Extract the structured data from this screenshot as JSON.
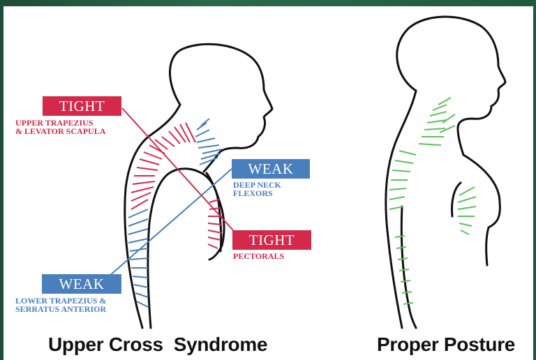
{
  "labels": {
    "tight_upper": {
      "tag": "TIGHT",
      "line1": "UPPER TRAPEZIUS",
      "line2": "& LEVATOR SCAPULA"
    },
    "weak_neck": {
      "tag": "WEAK",
      "line1": "DEEP NECK",
      "line2": "FLEXORS"
    },
    "tight_pec": {
      "tag": "TIGHT",
      "line1": "PECTORALS"
    },
    "weak_lower": {
      "tag": "WEAK",
      "line1": "LOWER TRAPEZIUS &",
      "line2": "SERRATUS ANTERIOR"
    }
  },
  "captions": {
    "left": "Upper Cross  Syndrome",
    "right": "Proper Posture"
  },
  "colors": {
    "tight": "#d4294b",
    "weak": "#4a7fbe",
    "healthy": "#5cc25c",
    "outline": "#111111"
  }
}
